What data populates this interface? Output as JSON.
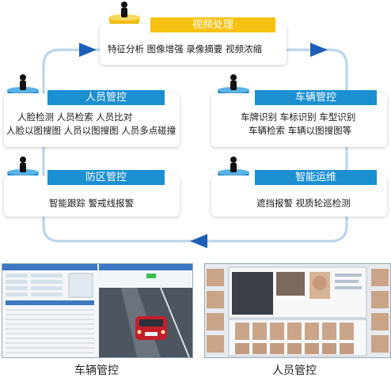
{
  "diagram": {
    "top": {
      "title": "视频处理",
      "line1": "特征分析 图像增强 录像摘要 视频浓缩"
    },
    "left1": {
      "title": "人员管控",
      "line1": "人脸检测   人员检索   人员比对",
      "line2": "人脸以图搜图 人员以图搜图 人员多点碰撞"
    },
    "right1": {
      "title": "车辆管控",
      "line1": "车牌识别   车标识别   车型识别",
      "line2": "车辆检索   车辆以图搜图等"
    },
    "left2": {
      "title": "防区管控",
      "line1": "智能跟踪 警戒线报警"
    },
    "right2": {
      "title": "智能运维",
      "line1": "遮挡报警 视质轮巡检测"
    }
  },
  "captions": {
    "left": "车辆管控",
    "right": "人员管控"
  },
  "colors": {
    "accent_blue": "#1c8fd3",
    "accent_yellow": "#f6c110",
    "flow_line": "#b9d3ec",
    "arrow": "#1d5fb8"
  }
}
